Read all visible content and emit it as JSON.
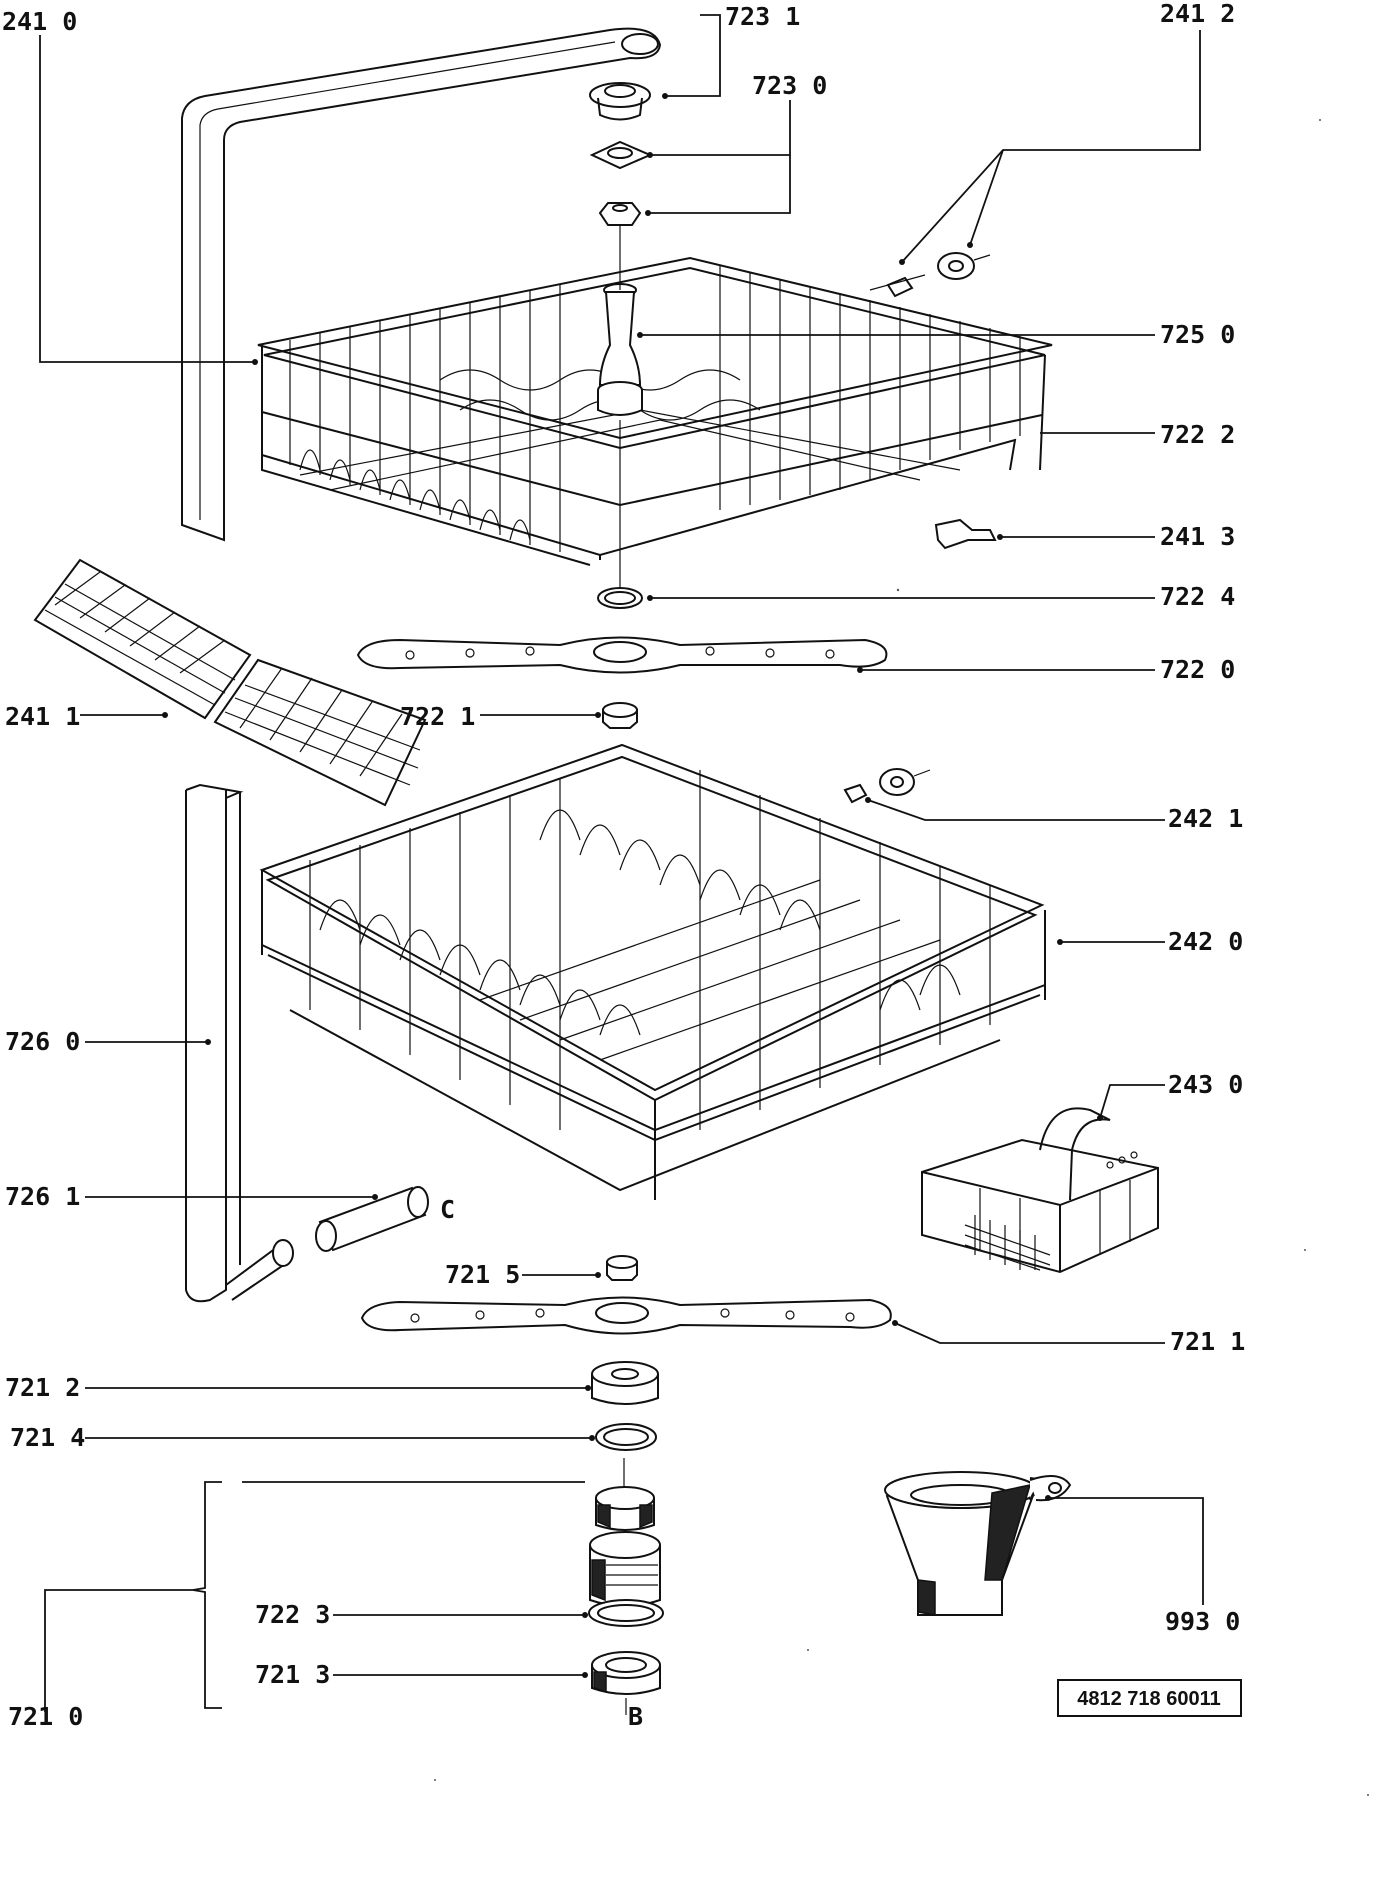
{
  "labels": {
    "l2410": "241 0",
    "l7231": "723 1",
    "l7230": "723 0",
    "l2412": "241 2",
    "l7250": "725 0",
    "l7222": "722 2",
    "l2413": "241 3",
    "l7224": "722 4",
    "l7220": "722 0",
    "l2411": "241 1",
    "l7221": "722 1",
    "l2421": "242 1",
    "l2420": "242 0",
    "l7260": "726 0",
    "l2430": "243 0",
    "l7261": "726 1",
    "lC": "C",
    "l7215": "721 5",
    "l7211": "721 1",
    "l7212": "721 2",
    "l7214": "721 4",
    "l9930": "993 0",
    "l7223": "722 3",
    "l7213": "721 3",
    "l7210": "721 0",
    "lB": "B"
  },
  "drawing_code": "4812 718 60011"
}
